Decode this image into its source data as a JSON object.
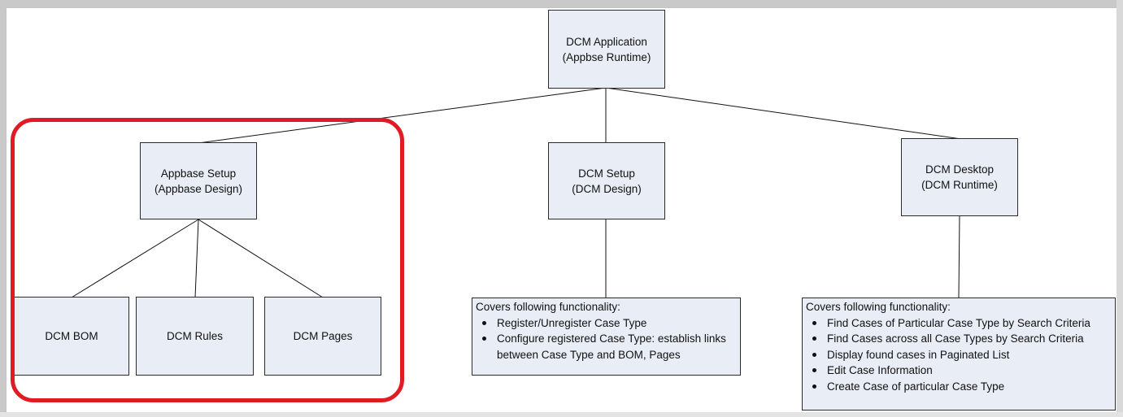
{
  "diagram": {
    "root": {
      "line1": "DCM Application",
      "line2": "(Appbse Runtime)"
    },
    "branches": [
      {
        "line1": "Appbase Setup",
        "line2": "(Appbase Design)"
      },
      {
        "line1": "DCM Setup",
        "line2": "(DCM Design)"
      },
      {
        "line1": "DCM Desktop",
        "line2": "(DCM Runtime)"
      }
    ],
    "appbase_children": [
      "DCM BOM",
      "DCM Rules",
      "DCM Pages"
    ],
    "setup_note": {
      "heading": "Covers following functionality:",
      "items": [
        "Register/Unregister Case Type",
        "Configure registered Case Type: establish links between Case Type and BOM, Pages"
      ]
    },
    "desktop_note": {
      "heading": "Covers following functionality:",
      "items": [
        "Find Cases of Particular Case Type by Search Criteria",
        "Find Cases across all Case Types by Search Criteria",
        "Display found cases in Paginated List",
        "Edit Case Information",
        "Create Case of particular Case Type"
      ]
    },
    "highlight_color": "#e01b24",
    "box_fill": "#e8edf6"
  }
}
